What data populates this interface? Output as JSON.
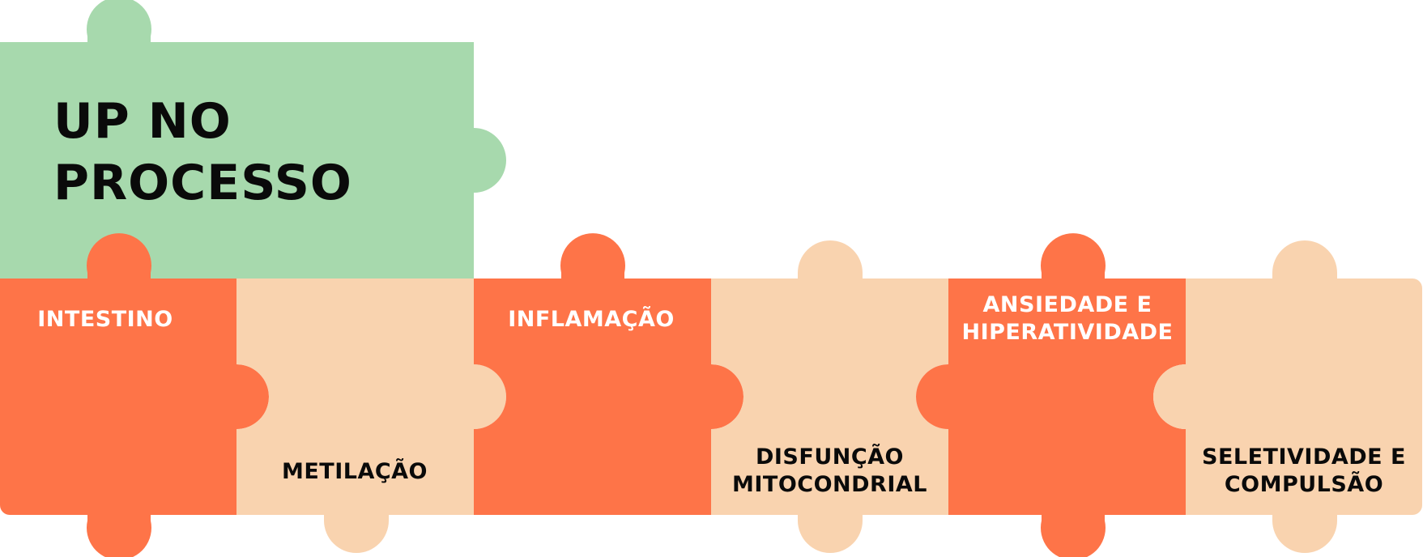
{
  "title": {
    "line1": "UP NO",
    "line2": "PROCESSO"
  },
  "colors": {
    "green": "#a7d9ad",
    "orange": "#fe7448",
    "peach": "#f9d3af",
    "text_dark": "#0a0a0a",
    "text_light": "#ffffff"
  },
  "pieces": [
    {
      "lines": [
        "INTESTINO"
      ],
      "color": "orange"
    },
    {
      "lines": [
        "METILAÇÃO"
      ],
      "color": "peach"
    },
    {
      "lines": [
        "INFLAMAÇÃO"
      ],
      "color": "orange"
    },
    {
      "lines": [
        "DISFUNÇÃO",
        "MITOCONDRIAL"
      ],
      "color": "peach"
    },
    {
      "lines": [
        "ANSIEDADE E",
        "HIPERATIVIDADE"
      ],
      "color": "orange"
    },
    {
      "lines": [
        "SELETIVIDADE E",
        "COMPULSÃO"
      ],
      "color": "peach"
    }
  ]
}
